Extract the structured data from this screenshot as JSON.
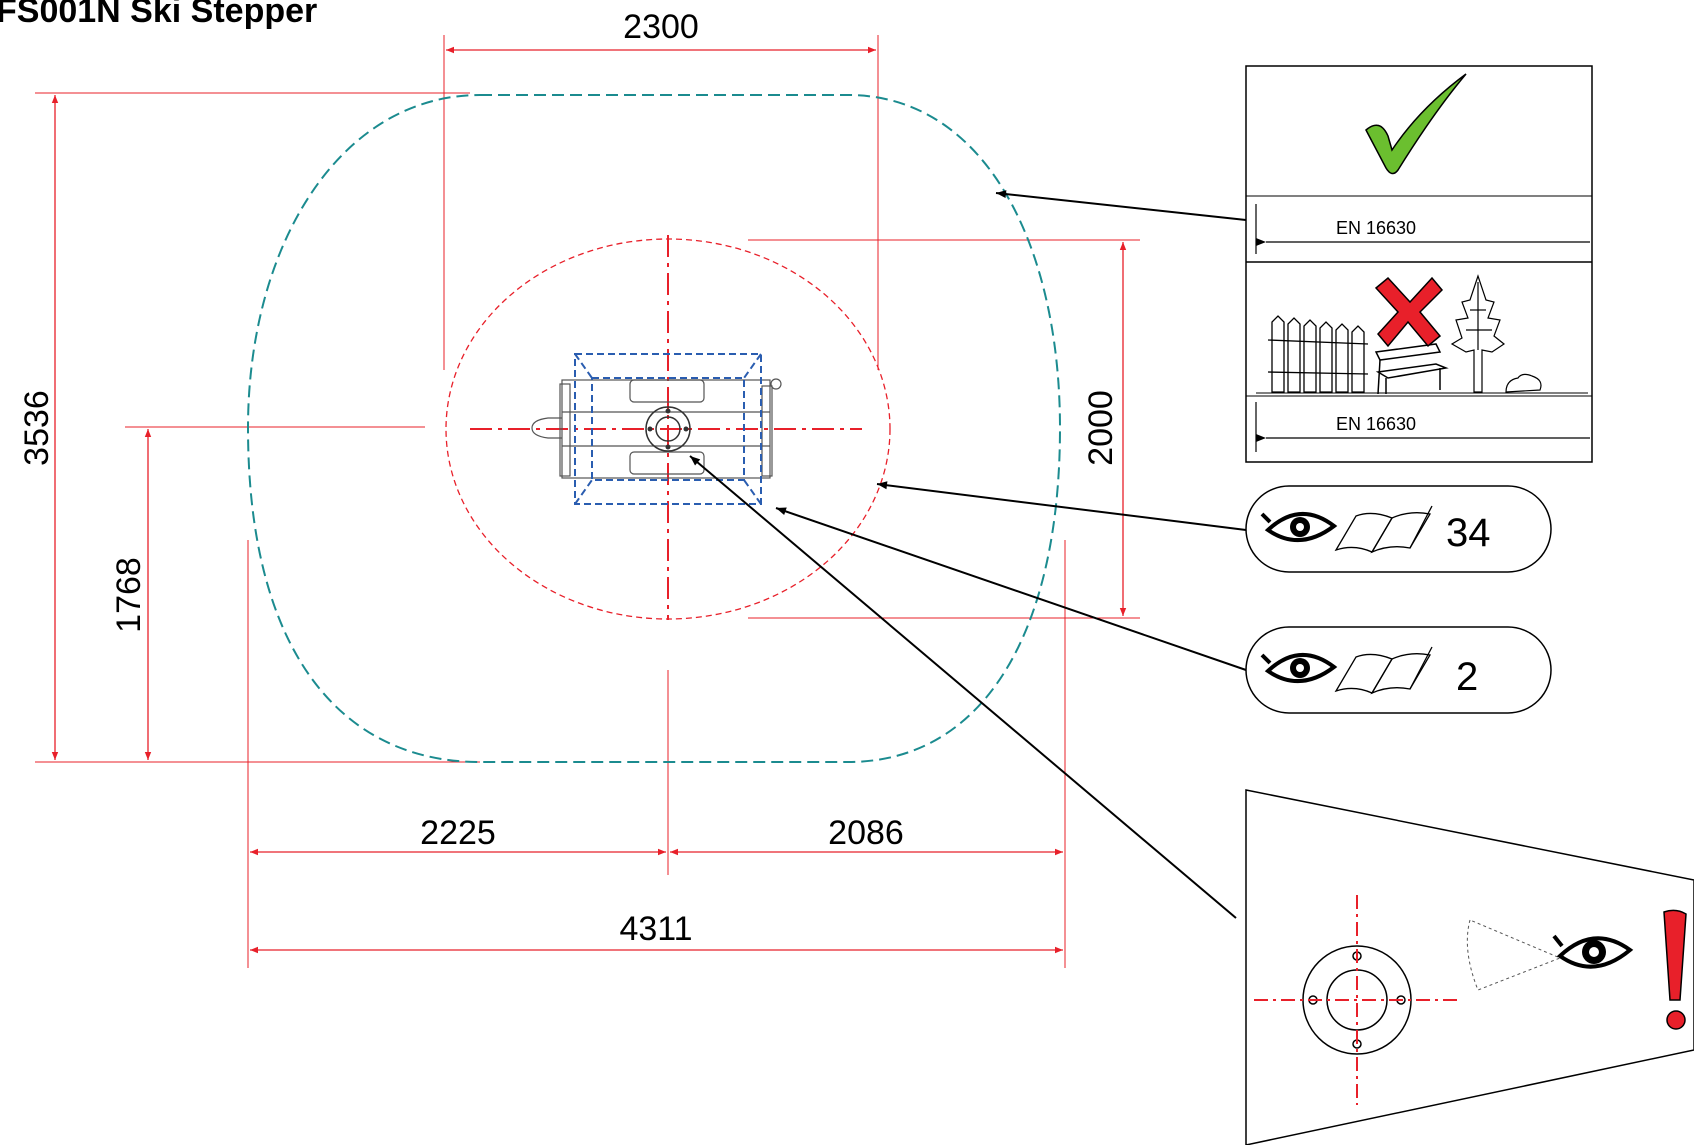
{
  "title": "FS001N Ski Stepper",
  "dimensions": {
    "top_width": "2300",
    "total_height": "3536",
    "lower_height": "1768",
    "inner_height": "2000",
    "left_width": "2225",
    "right_width": "2086",
    "total_width": "4311"
  },
  "legend": {
    "free_space_standard": "EN 16630",
    "obstacle_standard": "EN 16630",
    "manual_page_impact_area": "34",
    "manual_page_equipment": "2"
  },
  "colors": {
    "dimension_red": "#e8202a",
    "free_space_teal": "#1b8b8f",
    "equipment_blue": "#2a5db0",
    "check_green": "#6bbf2f",
    "cross_red": "#e8202a",
    "leader_black": "#000000"
  },
  "icons": [
    "checkmark-icon",
    "cross-icon",
    "fence-icon",
    "bench-icon",
    "tree-icon",
    "rock-icon",
    "eye-icon",
    "manual-book-icon",
    "warning-exclamation-icon"
  ]
}
